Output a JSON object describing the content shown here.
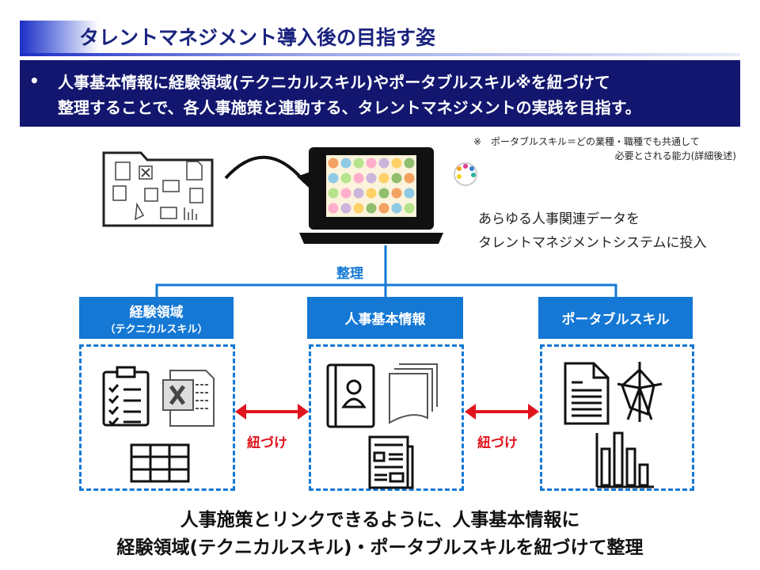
{
  "title": "タレントマネジメント導入後の目指す姿",
  "lead": {
    "bullet": "•",
    "line1": "人事基本情報に経験領域(テクニカルスキル)やポータブルスキル※を紐づけて",
    "line2": "整理することで、各人事施策と連動する、タレントマネジメントの実践を目指す。"
  },
  "note": {
    "line1": "※　ポータブルスキル＝どの業種・職種でも共通して",
    "line2": "必要とされる能力(詳細後述)"
  },
  "intro": {
    "line1": "あらゆる人事関連データを",
    "line2": "タレントマネジメントシステムに投入"
  },
  "organize_label": "整理",
  "categories": [
    {
      "title": "経験領域",
      "subtitle": "（テクニカルスキル）"
    },
    {
      "title": "人事基本情報"
    },
    {
      "title": "ポータブルスキル"
    }
  ],
  "link_label": "紐づけ",
  "bottom": {
    "line1": "人事施策とリンクできるように、人事基本情報に",
    "line2": "経験領域(テクニカルスキル)・ポータブルスキルを紐づけて整理"
  },
  "colors": {
    "navy": "#12166e",
    "blue": "#1478d4",
    "red": "#e0141e"
  }
}
